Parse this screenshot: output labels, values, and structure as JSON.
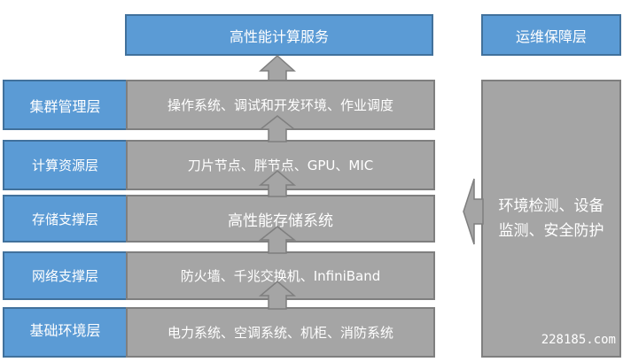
{
  "title": "高性能计算服务",
  "ops_layer": {
    "label": "运维保障层",
    "content": "环境检测、设备监测、安全防护"
  },
  "layers": [
    {
      "label": "集群管理层",
      "content": "操作系统、调试和开发环境、作业调度"
    },
    {
      "label": "计算资源层",
      "content": "刀片节点、胖节点、GPU、MIC"
    },
    {
      "label": "存储支撑层",
      "content": "高性能存储系统"
    },
    {
      "label": "网络支撑层",
      "content": "防火墙、千兆交换机、InfiniBand"
    },
    {
      "label": "基础环境层",
      "content": "电力系统、空调系统、机柜、消防系统"
    }
  ],
  "watermark": "228185.com",
  "colors": {
    "label_fill": "#5b9bd5",
    "label_border": "#41719c",
    "content_fill": "#a5a5a5",
    "content_border": "#7f7f7f",
    "text": "#ffffff"
  }
}
